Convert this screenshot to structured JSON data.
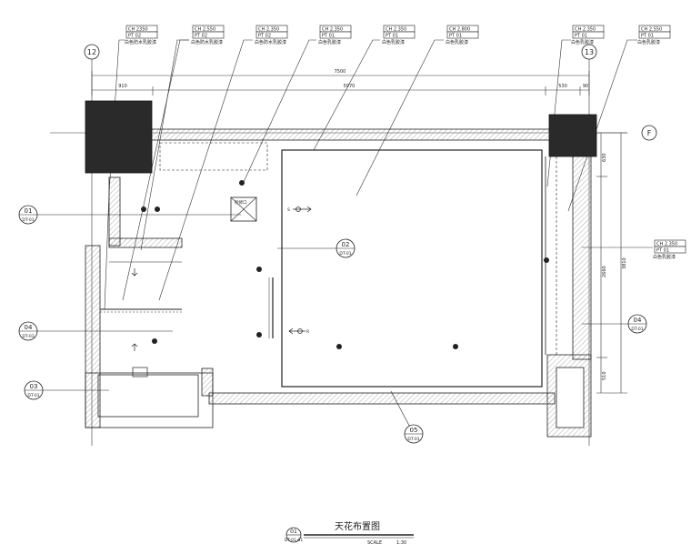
{
  "ceiling_tags": [
    {
      "ch": "CH 2350",
      "pt": "PT 02",
      "note": "白色防水乳胶漆"
    },
    {
      "ch": "CH 2.550",
      "pt": "PT 02",
      "note": "白色防水乳胶漆"
    },
    {
      "ch": "CH 2.350",
      "pt": "PT 02",
      "note": "白色防水乳胶漆"
    },
    {
      "ch": "CH 2.350",
      "pt": "PT 01",
      "note": "白色乳胶漆"
    },
    {
      "ch": "CH 2.350",
      "pt": "PT 01",
      "note": "白色乳胶漆"
    },
    {
      "ch": "CH 2.800",
      "pt": "PT 01",
      "note": "白色乳胶漆"
    },
    {
      "ch": "CH 2.350",
      "pt": "PT 01",
      "note": "白色乳胶漆"
    },
    {
      "ch": "CH 2.550",
      "pt": "PT 01",
      "note": "白色乳胶漆"
    },
    {
      "ch": "CH 2.350",
      "pt": "PT 01",
      "note": "白色乳胶漆"
    }
  ],
  "grid_labels": {
    "left": "12",
    "right": "13",
    "row": "F"
  },
  "dimensions": {
    "overall": "7500",
    "left_segment": "910",
    "middle_segment": "5970",
    "right_segment_a": "530",
    "right_segment_b": "90",
    "vertical_a": "630",
    "vertical_b": "2660",
    "vertical_total": "3810",
    "vertical_c": "510"
  },
  "section_markers": [
    {
      "num": "01",
      "sheet": "DT-01"
    },
    {
      "num": "02",
      "sheet": "DT-01"
    },
    {
      "num": "03",
      "sheet": "DT-01"
    },
    {
      "num": "04",
      "sheet": "DT-03"
    },
    {
      "num": "04",
      "sheet": "DT-01"
    },
    {
      "num": "05",
      "sheet": "DT-01"
    }
  ],
  "symbols": {
    "supply": "S",
    "return": "R",
    "access_panel": "检修口"
  },
  "title_block": {
    "num": "01",
    "sheet": "DT-01-01",
    "title": "天花布置图",
    "scale_label": "SCALE",
    "scale_value": "1:30"
  }
}
